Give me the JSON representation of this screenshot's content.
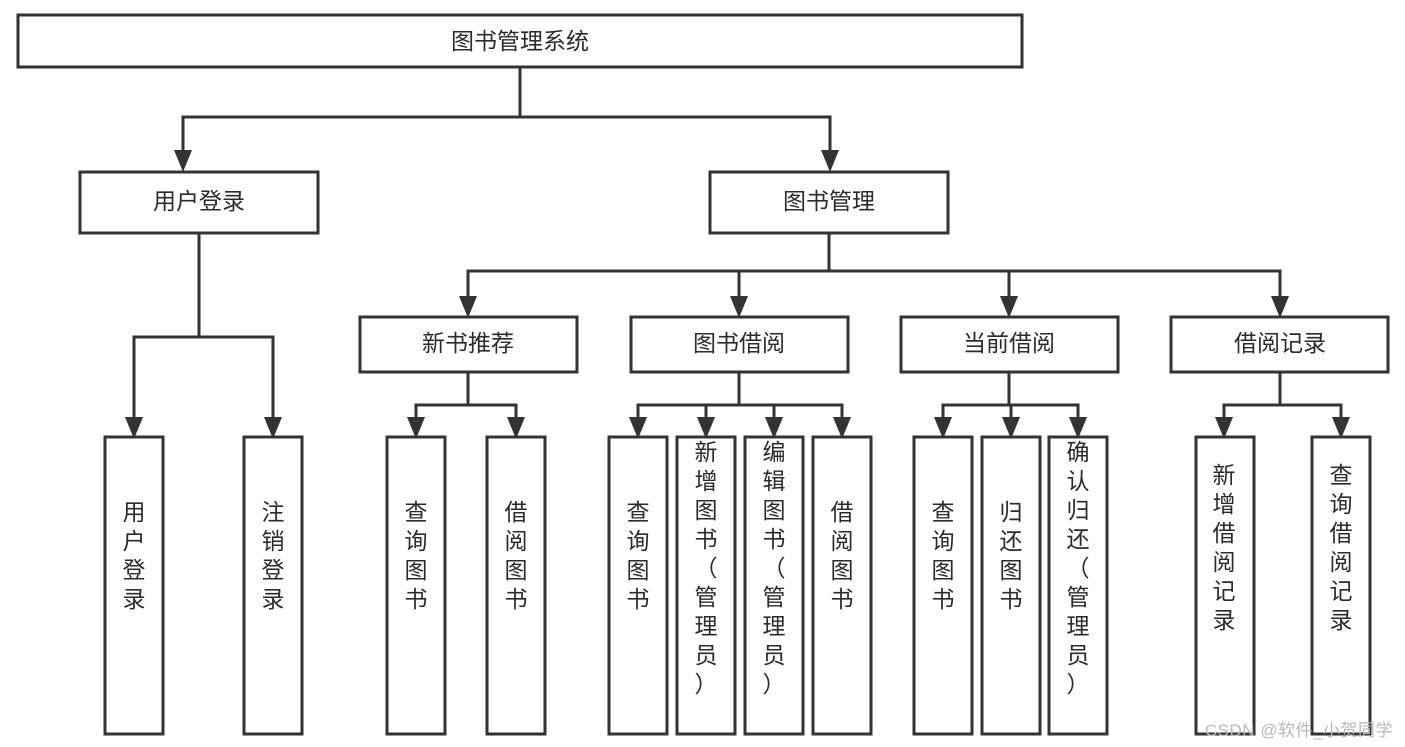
{
  "diagram": {
    "type": "hierarchy-tree",
    "orientation": "top-down",
    "title": "图书管理系统",
    "watermark": "CSDN @软件_小贺同学",
    "colors": {
      "box_stroke": "#333333",
      "box_fill": "#ffffff",
      "text": "#2b2b2b",
      "connector": "#333333",
      "watermark": "#b9b9b9",
      "background": "#ffffff"
    },
    "levels": [
      {
        "index": 0,
        "name": "root",
        "label_orientation": "horizontal"
      },
      {
        "index": 1,
        "name": "modules",
        "label_orientation": "horizontal"
      },
      {
        "index": 2,
        "name": "submodules",
        "label_orientation": "horizontal"
      },
      {
        "index": 3,
        "name": "actions",
        "label_orientation": "vertical"
      }
    ],
    "nodes": {
      "root": {
        "id": "root",
        "label": "图书管理系统",
        "level": 0
      },
      "level1": [
        {
          "id": "user-login",
          "label": "用户登录",
          "level": 1
        },
        {
          "id": "book-management",
          "label": "图书管理",
          "level": 1
        }
      ],
      "level2": [
        {
          "id": "new-book-recommend",
          "label": "新书推荐",
          "level": 2,
          "parent": "book-management"
        },
        {
          "id": "book-borrow",
          "label": "图书借阅",
          "level": 2,
          "parent": "book-management"
        },
        {
          "id": "current-borrow",
          "label": "当前借阅",
          "level": 2,
          "parent": "book-management"
        },
        {
          "id": "borrow-record",
          "label": "借阅记录",
          "level": 2,
          "parent": "book-management"
        }
      ],
      "level3": [
        {
          "id": "leaf-user-login",
          "label": "用户登录",
          "parent": "user-login"
        },
        {
          "id": "leaf-user-logout",
          "label": "注销登录",
          "parent": "user-login"
        },
        {
          "id": "leaf-query-book-1",
          "label": "查询图书",
          "parent": "new-book-recommend"
        },
        {
          "id": "leaf-borrow-book-1",
          "label": "借阅图书",
          "parent": "new-book-recommend"
        },
        {
          "id": "leaf-query-book-2",
          "label": "查询图书",
          "parent": "book-borrow"
        },
        {
          "id": "leaf-add-book",
          "label": "新增图书（管理员）",
          "parent": "book-borrow"
        },
        {
          "id": "leaf-edit-book",
          "label": "编辑图书（管理员）",
          "parent": "book-borrow"
        },
        {
          "id": "leaf-borrow-book-2",
          "label": "借阅图书",
          "parent": "book-borrow"
        },
        {
          "id": "leaf-query-book-3",
          "label": "查询图书",
          "parent": "current-borrow"
        },
        {
          "id": "leaf-return-book",
          "label": "归还图书",
          "parent": "current-borrow"
        },
        {
          "id": "leaf-confirm-return",
          "label": "确认归还（管理员）",
          "parent": "current-borrow"
        },
        {
          "id": "leaf-add-record",
          "label": "新增借阅记录",
          "parent": "borrow-record"
        },
        {
          "id": "leaf-query-record",
          "label": "查询借阅记录",
          "parent": "borrow-record"
        }
      ]
    }
  }
}
